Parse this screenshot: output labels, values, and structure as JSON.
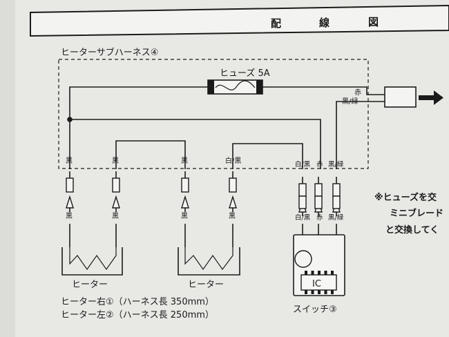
{
  "header": {
    "title_chars": [
      "配",
      "線",
      "図"
    ]
  },
  "harness": {
    "title": "ヒーターサブハーネス④"
  },
  "fuse": {
    "label": "ヒューズ 5A"
  },
  "connector": {
    "red": "赤",
    "black_green": "黒/緑"
  },
  "upper_wire_labels": [
    "黒",
    "黒",
    "黒",
    "白/黒",
    "白/黒",
    "赤",
    "黒/緑"
  ],
  "lower_wire_labels": [
    "黒",
    "黒",
    "黒",
    "黒",
    "白/黒",
    "赤",
    "黒/緑"
  ],
  "heaters": [
    {
      "label": "ヒーター"
    },
    {
      "label": "ヒーター"
    }
  ],
  "switch": {
    "label": "スイッチ③",
    "chip": "IC"
  },
  "notes": {
    "right_line": "ヒーター右①（ハーネス長 350mm）",
    "left_line": "ヒーター左②（ハーネス長 250mm）"
  },
  "side_note": {
    "line1": "※ヒューズを交",
    "line2": "ミニブレード",
    "line3": "と交換してく"
  }
}
